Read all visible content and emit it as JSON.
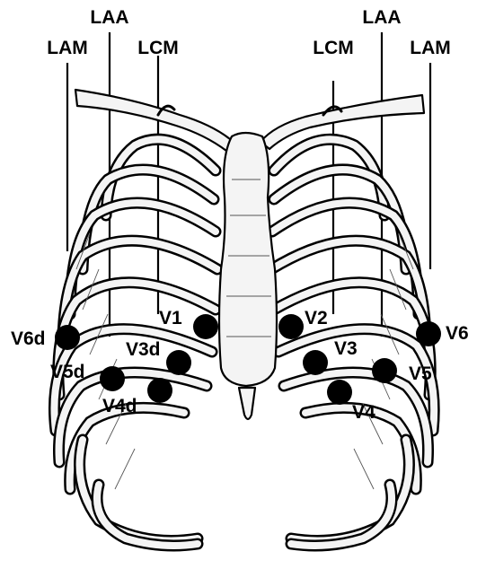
{
  "colors": {
    "line": "#000000",
    "bone": "#f4f4f4",
    "background": "#ffffff"
  },
  "line_labels": {
    "left_mid_axillary": "LAM",
    "left_anterior_axillary": "LAA",
    "left_mid_clavicular": "LCM",
    "right_mid_clavicular": "LCM",
    "right_anterior_axillary": "LAA",
    "right_mid_axillary": "LAM"
  },
  "electrodes": {
    "v1": "V1",
    "v2": "V2",
    "v3": "V3",
    "v4": "V4",
    "v5": "V5",
    "v6": "V6",
    "v3d": "V3d",
    "v4d": "V4d",
    "v5d": "V5d",
    "v6d": "V6d"
  }
}
